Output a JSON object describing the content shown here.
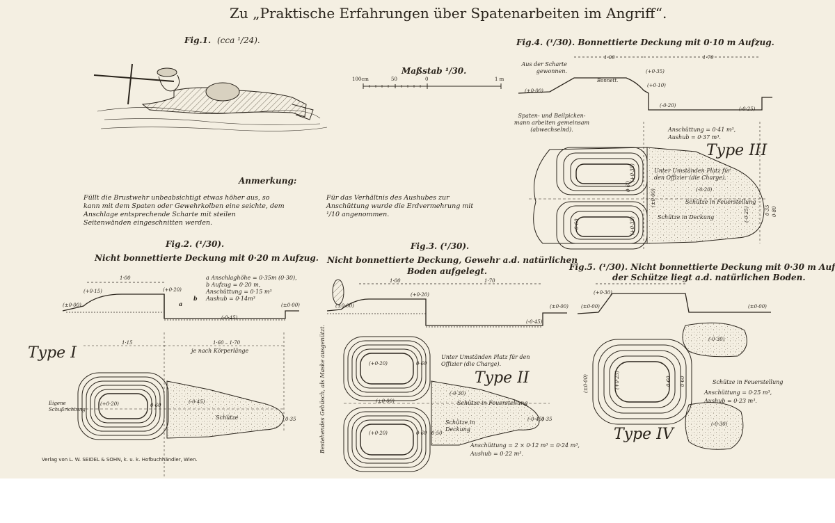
{
  "title": "Zu „Praktische Erfahrungen über Spatenarbeiten im Angriff“.",
  "fig1": {
    "heading": "Fig.1.",
    "scale": "(cca ¹/24)."
  },
  "massstab": {
    "label": "Maßstab ¹/30.",
    "ticks": [
      "100cm",
      "50",
      "0",
      "1 m"
    ]
  },
  "anmerkung": {
    "heading": "Anmerkung:",
    "text": "Füllt die Brustwehr unbeabsichtigt etwas höher aus, so kann mit dem Spaten oder Gewehrkolben eine seichte, dem Anschlage entsprechende Scharte mit steilen Seitenwänden eingeschnitten werden."
  },
  "verhaeltnis": "Für das Verhältnis des Aushubes zur Anschüttung wurde die Erdvermehrung mit ¹/10 angenommen.",
  "fig2": {
    "heading": "Fig.2. (¹/30).",
    "subtitle": "Nicht bonnettierte Deckung mit 0·20 m Aufzug.",
    "legend": [
      "a Anschlaghöhe = 0·35m (0·30),",
      "b Aufzug = 0·20 m,",
      "Anschüttung = 0·15 m³",
      "Aushub = 0·14m³"
    ],
    "dims": [
      "1·00",
      "(+0·15)",
      "(+0·20)",
      "(±0·00)",
      "(±0·00)",
      "(-0·45)",
      "a",
      "b",
      "1·15",
      "1·60 – 1·70",
      "je nach Körperlänge"
    ],
    "plan": [
      "Eigene Schußrichtung",
      "(+0·20)",
      "0·60",
      "(-0·45)",
      "Schütze",
      "0·35"
    ],
    "type": "Type I"
  },
  "fig3": {
    "heading": "Fig.3. (¹/30).",
    "subtitle_1": "Nicht bonnettierte Deckung, Gewehr a.d. natürlichen",
    "subtitle_2": "Boden aufgelegt.",
    "dims": [
      "1·00",
      "1·70",
      "(+0·20)",
      "(±0·00)",
      "(±0·00)",
      "(-0·45)"
    ],
    "plan": [
      "(+0·20)",
      "0·60",
      "(±0·00)",
      "(-0·30)",
      "(-0·45)",
      "(+0·20)",
      "0·60",
      "0·50",
      "0·35"
    ],
    "side": "Bestehendes Gebüsch, als Maske ausgenützt.",
    "platz": "Unter Umständen Platz für den Offizier (die Charge).",
    "schuetze_feuer": "Schütze in Feuerstellung",
    "schuetze_deckung": "Schütze in Deckung",
    "anschuettung": "Anschüttung = 2 × 0·12 m³ = 0·24 m³,",
    "aushub": "Aushub = 0·22 m³.",
    "type": "Type II"
  },
  "fig4": {
    "heading": "Fig.4. (¹/30). Bonnettierte Deckung mit 0·10 m Aufzug.",
    "dims": [
      "1·00",
      "1·70",
      "Bonnett.",
      "(+0·35)",
      "(+0·10)",
      "(±0·00)",
      "(-0·20)",
      "(-0·25)"
    ],
    "scharte": "Aus der Scharte gewonnen.",
    "spaten": "Spaten- und Beilpicken- mann arbeiten gemeinsam (abwechselnd).",
    "anschuettung": "Anschüttung = 0·41 m³,",
    "aushub": "Aushub = 0·37 m³.",
    "plan": [
      "(+0·35)",
      "0·60",
      "(+0·35)",
      "0·60",
      "(±0·00)",
      "(-0·20)",
      "(-0·25)",
      "0·35",
      "0·80"
    ],
    "platz": "Unter Umständen Platz für den Offizier (die Charge).",
    "schuetze_feuer": "Schütze in Feuerstellung",
    "schuetze_deckung": "Schütze in Deckung",
    "type": "Type III"
  },
  "fig5": {
    "heading_1": "Fig.5. (¹/30). Nicht bonnettierte Deckung mit 0·30 m Aufzug,",
    "heading_2": "der Schütze liegt a.d. natürlichen Boden.",
    "dims": [
      "(+0·30)",
      "(±0·00)",
      "(±0·00)"
    ],
    "plan": [
      "(-0·30)",
      "(+0·25)",
      "0·60",
      "0·60",
      "(±0·00)",
      "(-0·30)"
    ],
    "schuetze": "Schütze in Feuerstellung",
    "anschuettung": "Anschüttung = 0·25 m³,",
    "aushub": "Aushub = 0·23 m³.",
    "type": "Type IV"
  },
  "publisher": "Verlag von L. W. SEIDEL & SOHN, k. u. k. Hofbuchhändler, Wien.",
  "colors": {
    "paper": "#f4efe2",
    "ink": "#2a241c",
    "stipple": "#8a8272"
  }
}
